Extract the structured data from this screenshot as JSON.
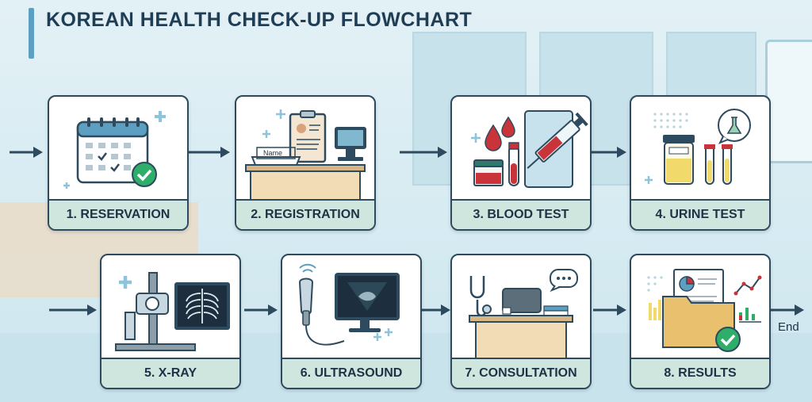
{
  "title": "KOREAN HEALTH CHECK-UP FLOWCHART",
  "steps": [
    {
      "label": "1. RESERVATION",
      "icon": "calendar-check-icon"
    },
    {
      "label": "2. REGISTRATION",
      "icon": "reception-desk-icon",
      "desk_sign": "Name"
    },
    {
      "label": "3. BLOOD TEST",
      "icon": "blood-test-icon"
    },
    {
      "label": "4. URINE TEST",
      "icon": "urine-sample-icon"
    },
    {
      "label": "5. X-RAY",
      "icon": "x-ray-machine-icon"
    },
    {
      "label": "6. ULTRASOUND",
      "icon": "ultrasound-icon"
    },
    {
      "label": "7. CONSULTATION",
      "icon": "consultation-desk-icon"
    },
    {
      "label": "8. RESULTS",
      "icon": "results-folder-icon"
    }
  ],
  "end_label": "End",
  "colors": {
    "navy": "#2e4a5e",
    "label_bg": "#cfe6df",
    "accent": "#5d9fc0",
    "green": "#2fae6a",
    "red": "#c8343a"
  }
}
